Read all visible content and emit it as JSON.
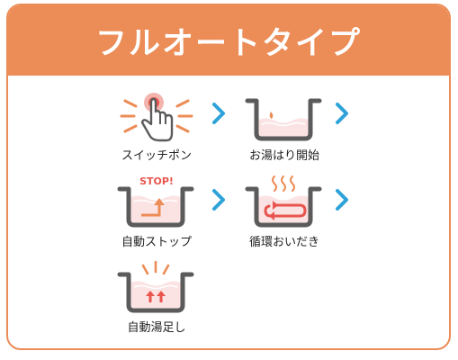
{
  "title": "フルオートタイプ",
  "colors": {
    "accent": "#ec8c56",
    "button_red": "#e8554e",
    "tub_gray": "#5b5b5b",
    "water_pink": "#fbe3e3",
    "arrow_blue": "#2fa3d9"
  },
  "steps": [
    {
      "label": "スイッチポン",
      "icon": "hand-press-button-icon"
    },
    {
      "label": "お湯はり開始",
      "icon": "tub-filling-icon"
    },
    {
      "label": "自動ストップ",
      "icon": "tub-stop-icon",
      "badge": "STOP!"
    },
    {
      "label": "循環おいだき",
      "icon": "tub-reheat-icon"
    },
    {
      "label": "自動湯足し",
      "icon": "tub-refill-icon"
    }
  ]
}
